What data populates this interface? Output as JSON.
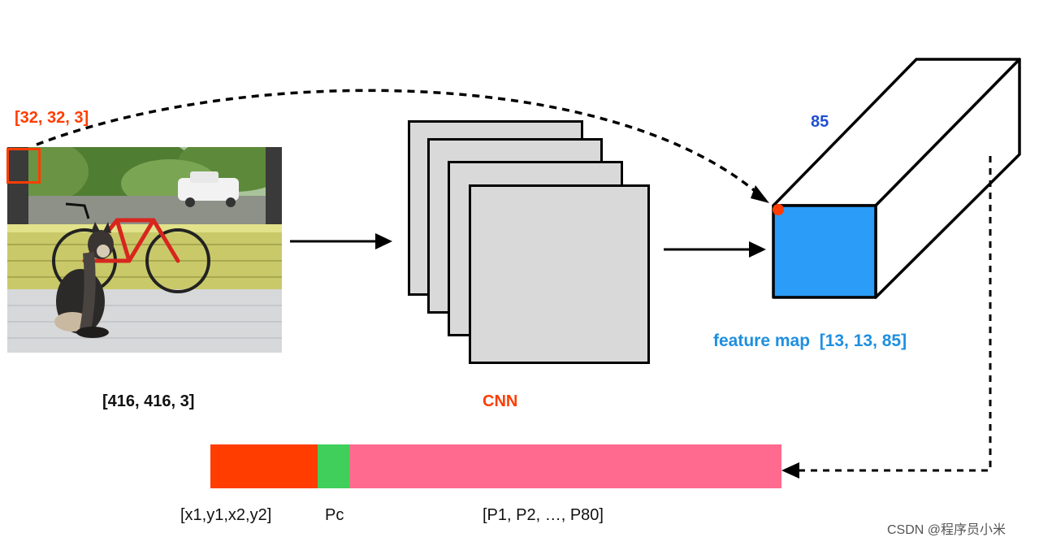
{
  "input_image": {
    "patch_label": "[32, 32, 3]",
    "size_label": "[416, 416, 3]",
    "description": "photo"
  },
  "cnn": {
    "label": "CNN",
    "layer_count": 4
  },
  "feature_map": {
    "depth_label": "85",
    "label": "feature map  [13, 13, 85]"
  },
  "output_vector": {
    "segments": [
      {
        "name": "box",
        "label": "[x1,y1,x2,y2]",
        "color": "#ff3d00"
      },
      {
        "name": "confidence",
        "label": "Pc",
        "color": "#3fcf5a"
      },
      {
        "name": "classes",
        "label": "[P1, P2, …, P80]",
        "color": "#ff6a8e"
      }
    ]
  },
  "colors": {
    "accent_red": "#ff3d00",
    "accent_blue": "#1f4fd1",
    "feature_blue": "#1e8fe0",
    "cell_blue": "#2b9cf7"
  },
  "watermark": "CSDN @程序员小米"
}
